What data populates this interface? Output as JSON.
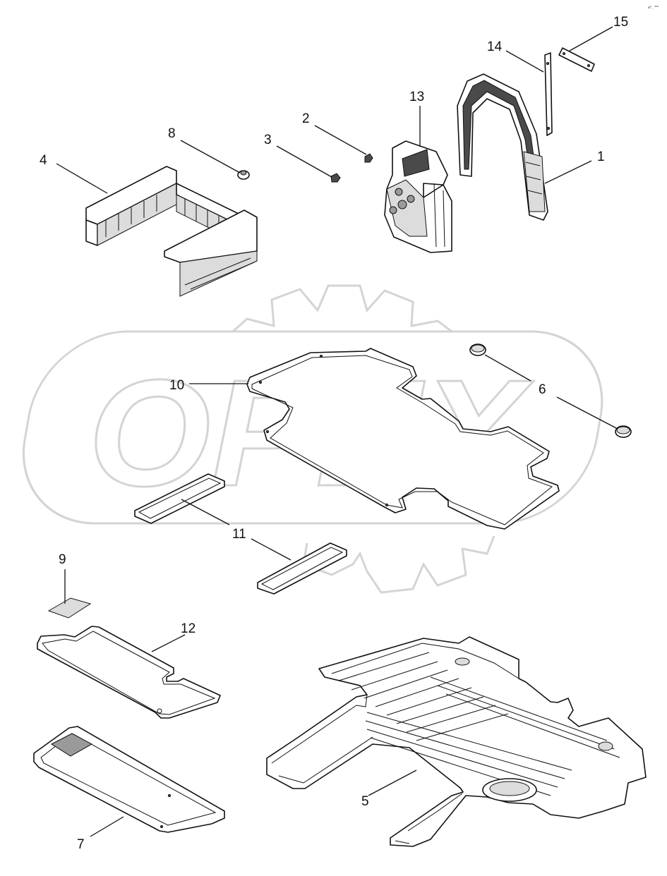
{
  "watermark": {
    "text": "OPEX"
  },
  "corner_mark": "a²¸ ³⁰⁰",
  "callouts": {
    "c1": "1",
    "c2": "2",
    "c3": "3",
    "c4": "4",
    "c5": "5",
    "c6": "6",
    "c7": "7",
    "c8": "8",
    "c9": "9",
    "c10": "10",
    "c11": "11",
    "c12": "12",
    "c13": "13",
    "c14": "14",
    "c15": "15"
  }
}
